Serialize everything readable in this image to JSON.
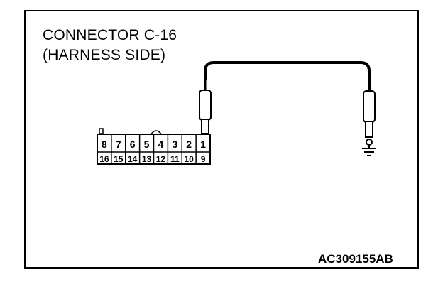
{
  "title": {
    "line1": "CONNECTOR C-16",
    "line2": "(HARNESS SIDE)"
  },
  "figure_code": "AC309155AB",
  "connector": {
    "top_row_pins": [
      "8",
      "7",
      "6",
      "5",
      "4",
      "3",
      "2",
      "1"
    ],
    "bottom_row_pins": [
      "16",
      "15",
      "14",
      "13",
      "12",
      "11",
      "10",
      "9"
    ],
    "probed_pin": "1"
  },
  "ground_symbol": "ground-icon"
}
